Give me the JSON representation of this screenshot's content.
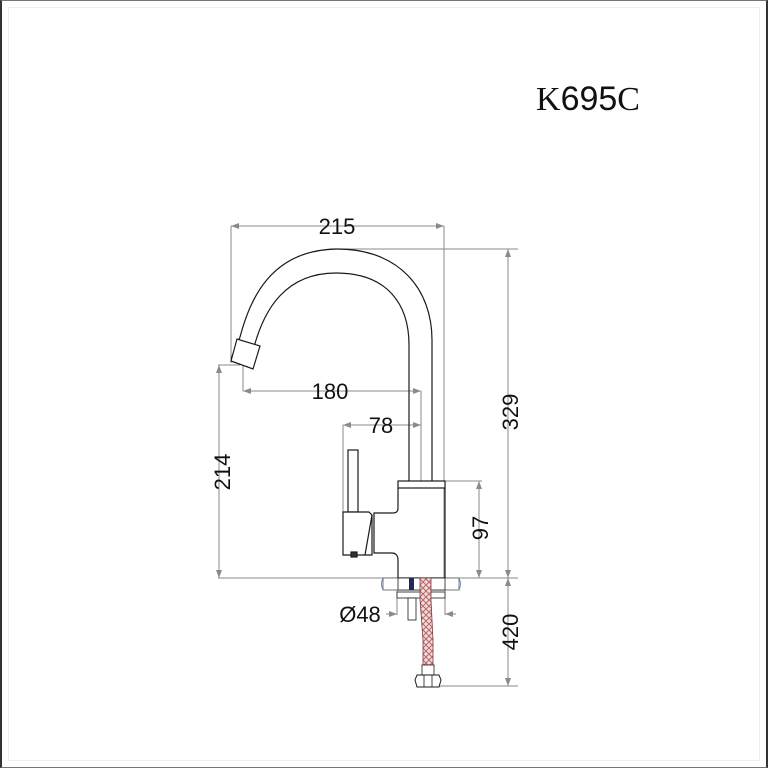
{
  "title": {
    "model_prefix": "K",
    "model_digits": "695",
    "model_suffix": "C",
    "full": "K695C"
  },
  "dimensions": {
    "spout_reach_total": "215",
    "spout_reach_outlet": "180",
    "handle_reach": "78",
    "total_height": "329",
    "outlet_height": "214",
    "body_height": "97",
    "base_diameter": "Ø48",
    "hose_length": "420"
  },
  "colors": {
    "line": "#1a1a1a",
    "dimension_line": "#8a8a8a",
    "hose": "#b5676b",
    "hose_pattern": "#f0d6d6",
    "cold_marker": "#1f2a5c"
  }
}
